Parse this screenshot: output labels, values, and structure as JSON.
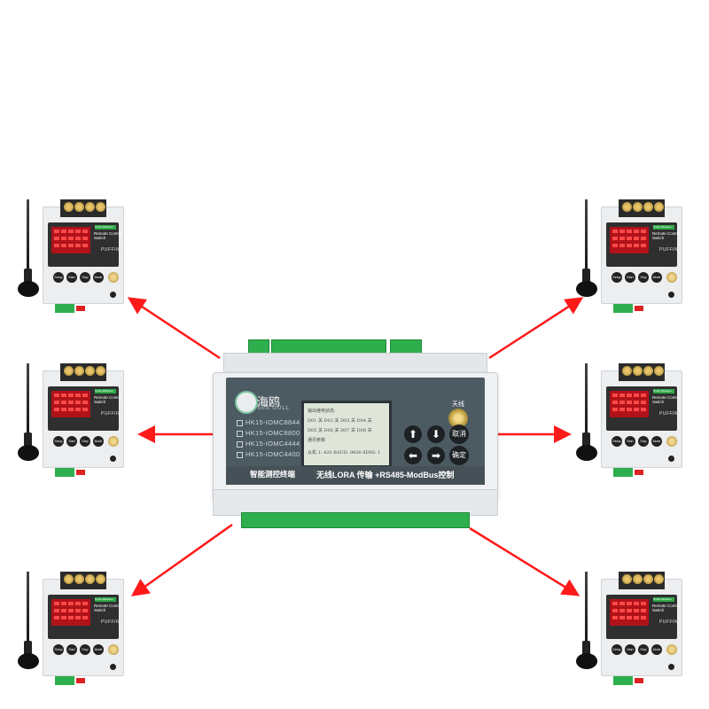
{
  "controller": {
    "logo_text": "海鸥",
    "logo_sub": "SEA GULL",
    "models": [
      "HK15-IOMC8844",
      "HK15-IOMC8800",
      "HK15-IOMC4444",
      "HK15-IOMC4400"
    ],
    "antenna_label": "天线",
    "buttons": {
      "up": "⬆",
      "down": "⬇",
      "left": "⬅",
      "right": "➡",
      "cancel": "取消",
      "confirm": "确定"
    },
    "lcd_lines": [
      "输出继电状态:",
      "D01 关  D02 关  D03 关  D04 关",
      "D05 关  D06 关  D07 关  D08 关",
      "",
      "通讯参数",
      "从机 1: 420 BAUD: 9600 8DNI: 1"
    ],
    "strip_left": "智能测控终端",
    "strip_right": "无线LORA 传输 +RS485-ModBus控制"
  },
  "remote_device": {
    "tag": "Smart Wireless",
    "label": "Remote Control Switch",
    "brand": "PUFFINS",
    "buttons": [
      "Setup",
      "Start",
      "Stop",
      "Mode"
    ]
  },
  "colors": {
    "arrow": "#ff0000",
    "terminal": "#2fae4e",
    "display": "#b0121a"
  }
}
